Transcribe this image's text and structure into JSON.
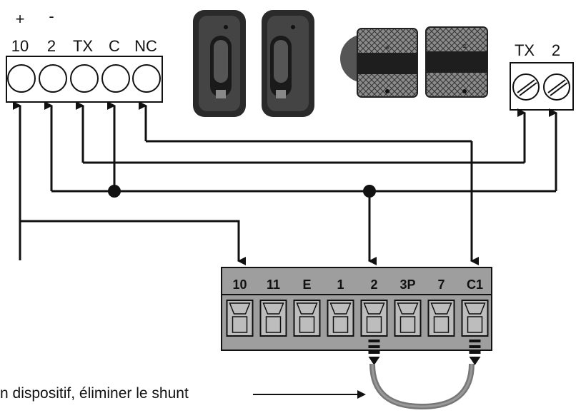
{
  "left_block": {
    "polarity": [
      "+",
      "-"
    ],
    "terminals": [
      "10",
      "2",
      "TX",
      "C",
      "NC"
    ]
  },
  "right_block": {
    "terminals": [
      "TX",
      "2"
    ]
  },
  "control_board": {
    "terminals": [
      "10",
      "11",
      "E",
      "1",
      "2",
      "3P",
      "7",
      "C1"
    ]
  },
  "note": "n dispositif, éliminer le shunt",
  "colors": {
    "wire": "#111111",
    "board": "#9e9e9e",
    "jumper": "#777777"
  },
  "icons": [
    "photocell-receiver-icon",
    "photocell-transmitter-icon",
    "column-photocell-icon"
  ]
}
